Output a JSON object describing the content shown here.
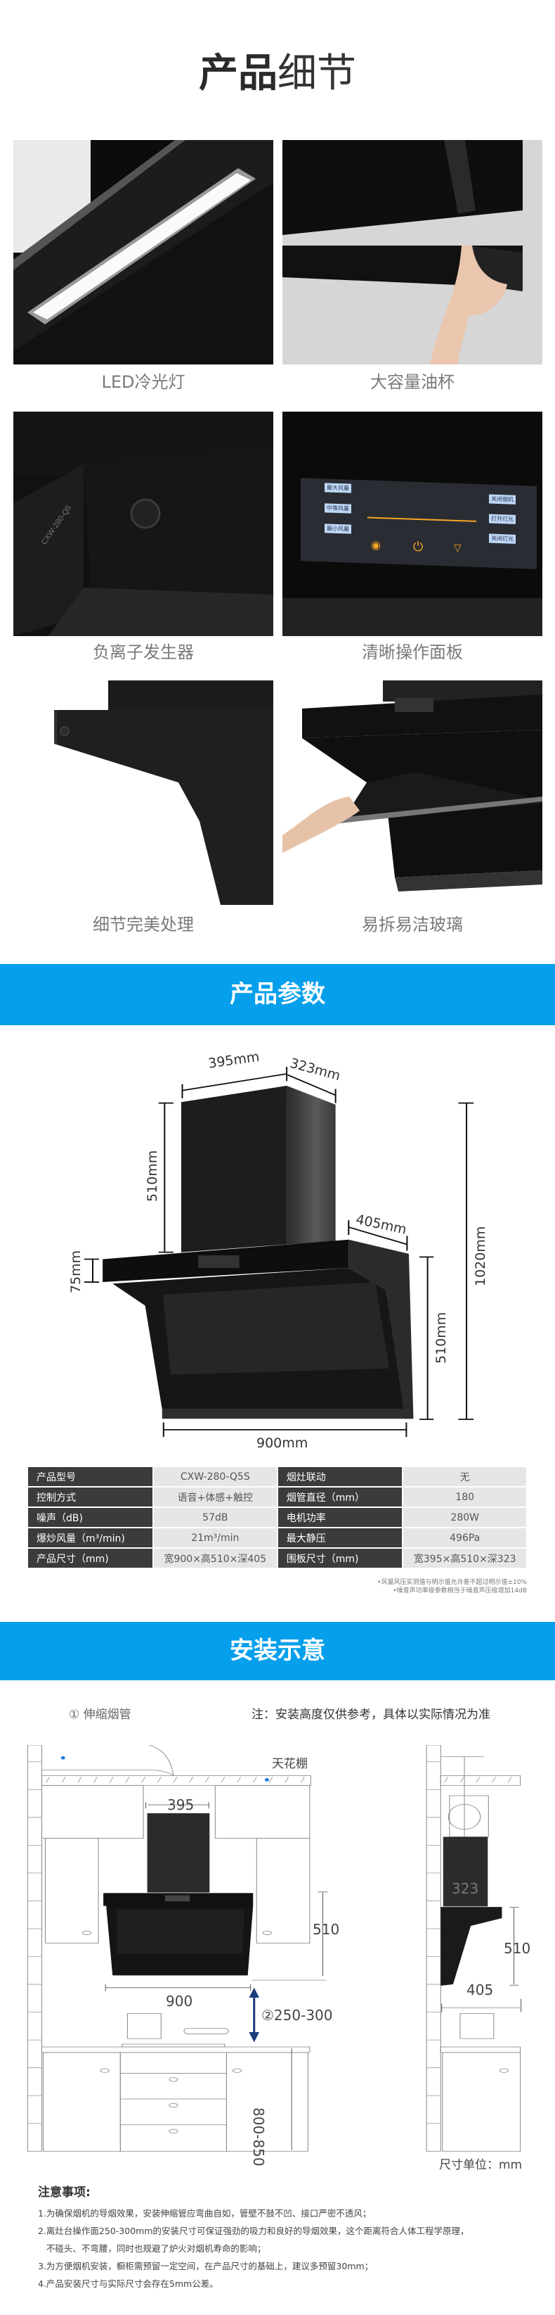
{
  "details": {
    "title_bold": "产品",
    "title_light": "细节",
    "items": [
      {
        "caption": "LED冷光灯"
      },
      {
        "caption": "大容量油杯"
      },
      {
        "caption": "负离子发生器"
      },
      {
        "caption": "清晰操作面板"
      },
      {
        "caption": "细节完美处理"
      },
      {
        "caption": "易拆易洁玻璃"
      }
    ],
    "panel_buttons": [
      "最大风量",
      "中等风量",
      "最小风量",
      "关闭烟机",
      "打开灯光",
      "关闭灯光"
    ]
  },
  "params": {
    "title": "产品参数",
    "dims": {
      "chimney_width": "395mm",
      "chimney_depth": "323mm",
      "chimney_height": "510mm",
      "panel_height": "75mm",
      "hood_depth": "405mm",
      "hood_height": "510mm",
      "total_height": "1020mm",
      "hood_width": "900mm"
    },
    "table": [
      {
        "k1": "产品型号",
        "v1": "CXW-280-Q5S",
        "k2": "烟灶联动",
        "v2": "无"
      },
      {
        "k1": "控制方式",
        "v1": "语音+体感+触控",
        "k2": "烟管直径（mm）",
        "v2": "180"
      },
      {
        "k1": "噪声（dB)",
        "v1": "57dB",
        "k2": "电机功率",
        "v2": "280W"
      },
      {
        "k1": "爆炒风量（m³/min)",
        "v1": "21m³/min",
        "k2": "最大静压",
        "v2": "496Pa"
      },
      {
        "k1": "产品尺寸（mm)",
        "v1": "宽900×高510×深405",
        "k2": "围板尺寸（mm)",
        "v2": "宽395×高510×深323"
      }
    ],
    "footnotes": [
      "•风量风压实测值与明示值允许差不超过明示值±10%",
      "•噪音声功率级参数相当于噪音声压级增加14dB"
    ]
  },
  "install": {
    "title": "安装示意",
    "duct_label": "① 伸缩烟管",
    "note": "注：安装高度仅供参考，具体以实际情况为准",
    "ceiling": "天花棚",
    "w395": "395",
    "h510_front": "510",
    "w900": "900",
    "gap": "②250-300",
    "counter": "800-850",
    "d323": "323",
    "h510_side": "510",
    "d405": "405",
    "unit": "尺寸单位：mm"
  },
  "notes": {
    "title": "注意事项:",
    "lines": [
      "1.为确保烟机的导烟效果，安装伸缩管应弯曲自如，管壁不鼓不凹、接口严密不透风；",
      "2.离灶台操作面250-300mm的安装尺寸可保证强劲的吸力和良好的导烟效果，这个距离符合人体工程学原理，",
      "   不碰头、不弯腰，同时也规避了炉火对烟机寿命的影响；",
      "3.为方便烟机安装，橱柜需预留一定空间，在产品尺寸的基础上，建议多预留30mm；",
      "4.产品安装尺寸与实际尺寸会存在5mm公差。"
    ]
  },
  "colors": {
    "accent": "#069fec",
    "arrow": "#1a3c7a"
  }
}
